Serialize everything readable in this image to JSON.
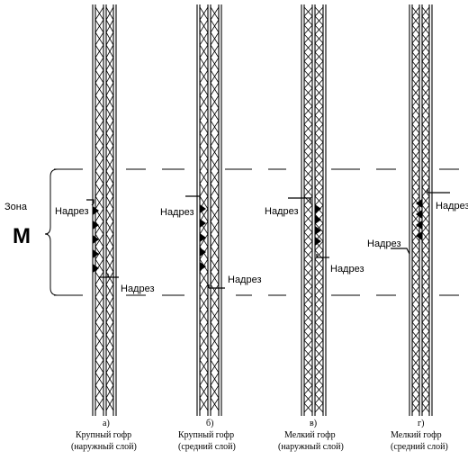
{
  "zone": {
    "word": "Зона",
    "letter": "М"
  },
  "cut_label": "Надрез",
  "panels": [
    {
      "letter": "а)",
      "line1": "Крупный гофр",
      "line2": "(наружный слой)"
    },
    {
      "letter": "б)",
      "line1": "Крупный гофр",
      "line2": "(средний слой)"
    },
    {
      "letter": "в)",
      "line1": "Мелкий гофр",
      "line2": "(наружный слой)"
    },
    {
      "letter": "г)",
      "line1": "Мелкий гофр",
      "line2": "(средний слой)"
    }
  ],
  "colors": {
    "ink": "#000000",
    "background": "#ffffff"
  }
}
